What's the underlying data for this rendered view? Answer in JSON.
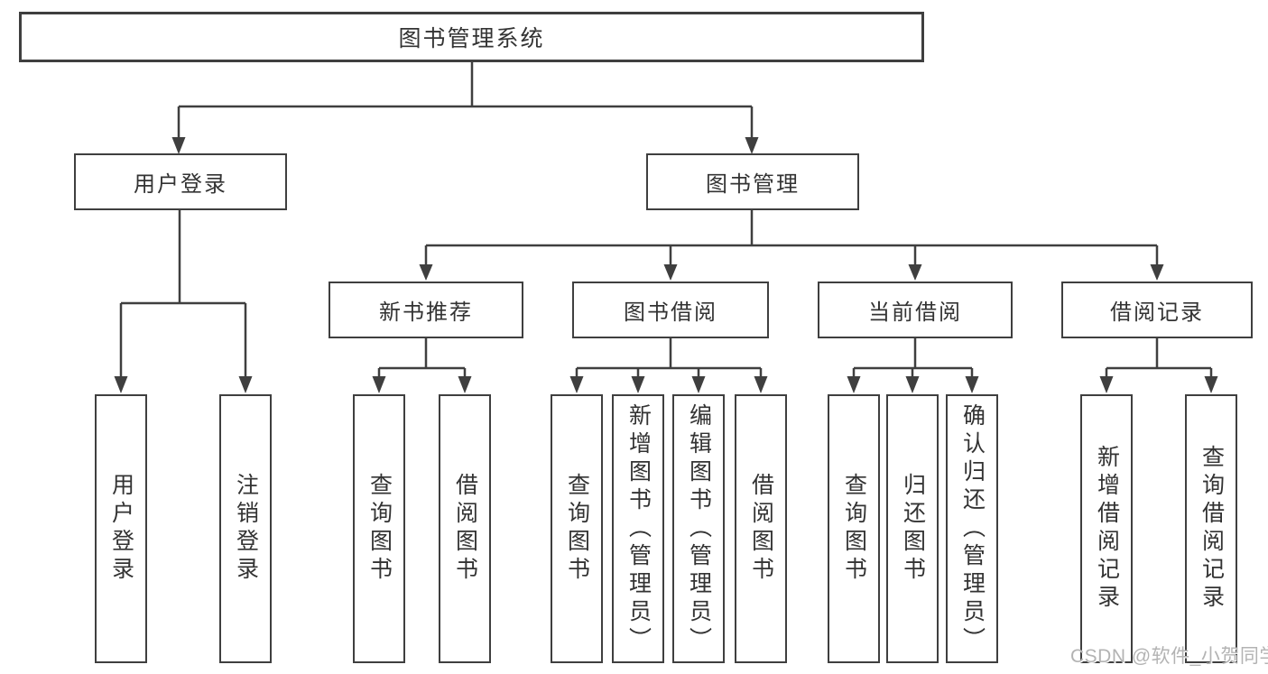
{
  "colors": {
    "line": "#3f3f3f",
    "text": "#333333",
    "background": "#ffffff",
    "watermark": "#b3b3b3"
  },
  "watermark": {
    "text": "CSDN @软件_小贺同学"
  },
  "tree": {
    "label": "图书管理系统",
    "children": [
      {
        "label": "用户登录",
        "children": [
          {
            "label": "用户登录"
          },
          {
            "label": "注销登录"
          }
        ]
      },
      {
        "label": "图书管理",
        "children": [
          {
            "label": "新书推荐",
            "children": [
              {
                "label": "查询图书"
              },
              {
                "label": "借阅图书"
              }
            ]
          },
          {
            "label": "图书借阅",
            "children": [
              {
                "label": "查询图书"
              },
              {
                "label": "新增图书（管理员）"
              },
              {
                "label": "编辑图书（管理员）"
              },
              {
                "label": "借阅图书"
              }
            ]
          },
          {
            "label": "当前借阅",
            "children": [
              {
                "label": "查询图书"
              },
              {
                "label": "归还图书"
              },
              {
                "label": "确认归还（管理员）"
              }
            ]
          },
          {
            "label": "借阅记录",
            "children": [
              {
                "label": "新增借阅记录"
              },
              {
                "label": "查询借阅记录"
              }
            ]
          }
        ]
      }
    ]
  }
}
